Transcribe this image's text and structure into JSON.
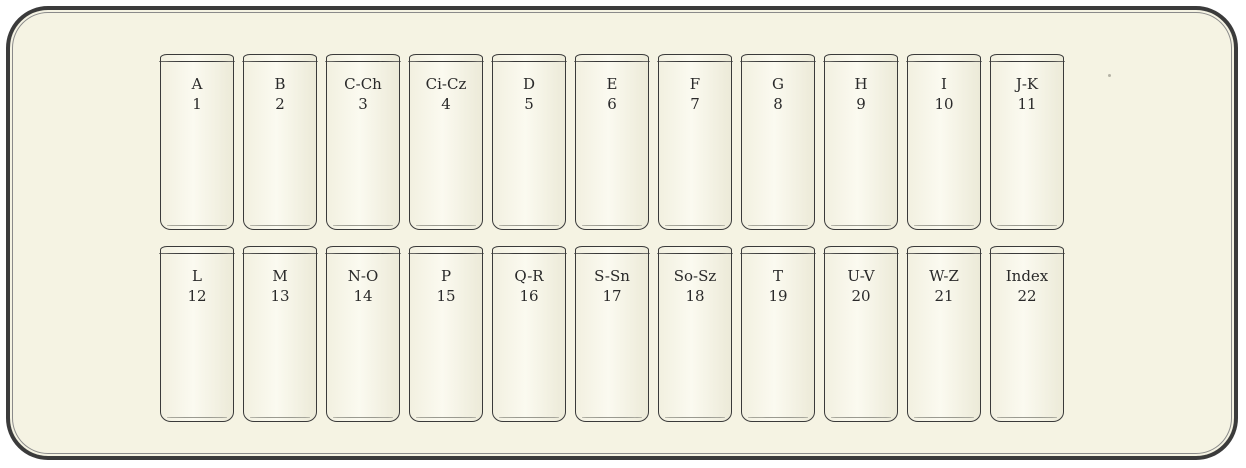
{
  "shelves": [
    {
      "volumes": [
        {
          "letters": "A",
          "number": "1"
        },
        {
          "letters": "B",
          "number": "2"
        },
        {
          "letters": "C-Ch",
          "number": "3"
        },
        {
          "letters": "Ci-Cz",
          "number": "4"
        },
        {
          "letters": "D",
          "number": "5"
        },
        {
          "letters": "E",
          "number": "6"
        },
        {
          "letters": "F",
          "number": "7"
        },
        {
          "letters": "G",
          "number": "8"
        },
        {
          "letters": "H",
          "number": "9"
        },
        {
          "letters": "I",
          "number": "10"
        },
        {
          "letters": "J-K",
          "number": "11"
        }
      ]
    },
    {
      "volumes": [
        {
          "letters": "L",
          "number": "12"
        },
        {
          "letters": "M",
          "number": "13"
        },
        {
          "letters": "N-O",
          "number": "14"
        },
        {
          "letters": "P",
          "number": "15"
        },
        {
          "letters": "Q-R",
          "number": "16"
        },
        {
          "letters": "S-Sn",
          "number": "17"
        },
        {
          "letters": "So-Sz",
          "number": "18"
        },
        {
          "letters": "T",
          "number": "19"
        },
        {
          "letters": "U-V",
          "number": "20"
        },
        {
          "letters": "W-Z",
          "number": "21"
        },
        {
          "letters": "Index",
          "number": "22"
        }
      ]
    }
  ],
  "colors": {
    "paper": "#f5f3e3",
    "ink": "#2a2a2a",
    "frame": "#3b3b3b"
  }
}
